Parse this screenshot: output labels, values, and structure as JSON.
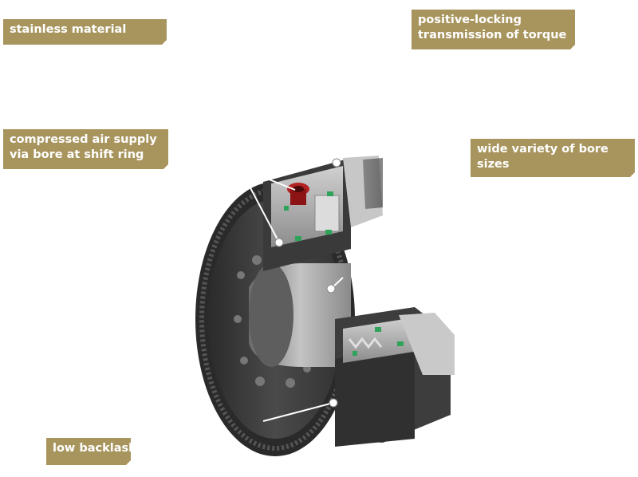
{
  "labels": {
    "stainless": {
      "line1": "stainless material"
    },
    "positive_locking": {
      "line1": "positive-locking",
      "line2": "transmission of torque"
    },
    "compressed_air": {
      "line1": "compressed air supply",
      "line2": "via bore at shift ring"
    },
    "bore_sizes": {
      "line1": "wide variety of bore",
      "line2": "sizes"
    },
    "backlash": {
      "line1": "low backlash"
    }
  },
  "colors": {
    "label_bg": "#a8955e",
    "label_text": "#ffffff",
    "metal_dark": "#3a3a3a",
    "metal_light": "#b9b9b9",
    "seal_green": "#2fa35a",
    "fitting_red": "#9b1b1b"
  }
}
